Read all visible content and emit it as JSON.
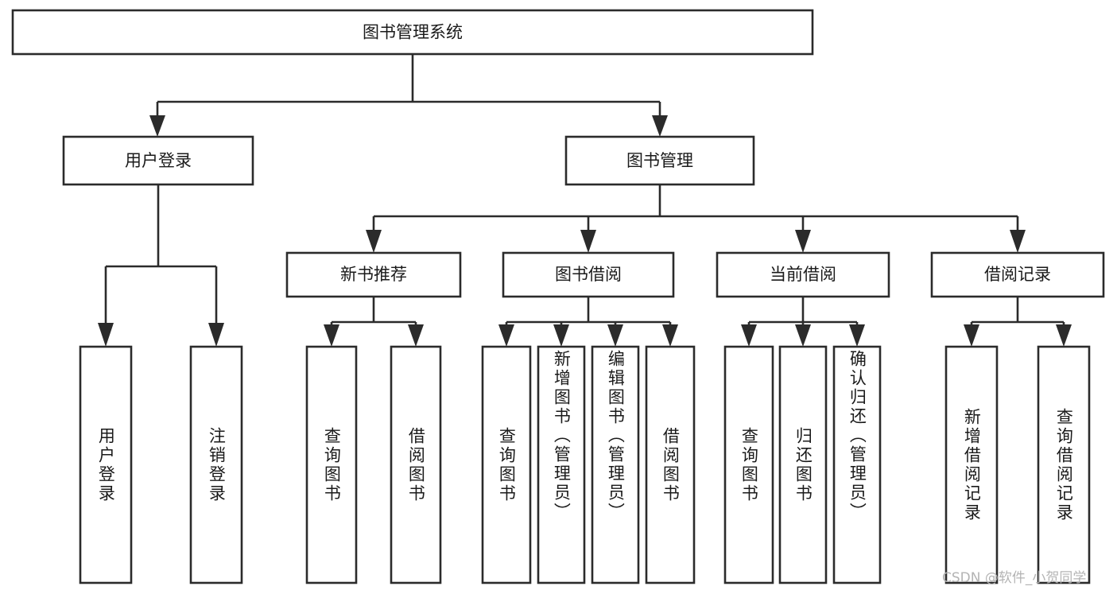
{
  "diagram": {
    "title": "图书管理系统",
    "watermark": "CSDN @软件_小贺同学",
    "colors": {
      "stroke": "#2b2b2b",
      "box_fill": "#ffffff",
      "text": "#1a1a1a",
      "watermark": "#b4b4b4",
      "background": "#ffffff"
    },
    "root": {
      "label": "图书管理系统"
    },
    "level2": [
      {
        "label": "用户登录"
      },
      {
        "label": "图书管理"
      }
    ],
    "level3": [
      {
        "label": "新书推荐"
      },
      {
        "label": "图书借阅"
      },
      {
        "label": "当前借阅"
      },
      {
        "label": "借阅记录"
      }
    ],
    "leaves": {
      "user_login": [
        {
          "label": "用户登录"
        },
        {
          "label": "注销登录"
        }
      ],
      "new_book_recommend": [
        {
          "label": "查询图书"
        },
        {
          "label": "借阅图书"
        }
      ],
      "book_borrow": [
        {
          "label": "查询图书"
        },
        {
          "label": "新增图书（管理员）"
        },
        {
          "label": "编辑图书（管理员）"
        },
        {
          "label": "借阅图书"
        }
      ],
      "current_borrow": [
        {
          "label": "查询图书"
        },
        {
          "label": "归还图书"
        },
        {
          "label": "确认归还（管理员）"
        }
      ],
      "borrow_record": [
        {
          "label": "新增借阅记录"
        },
        {
          "label": "查询借阅记录"
        }
      ]
    }
  },
  "chart_data": {
    "type": "table",
    "title": "图书管理系统 功能结构图",
    "hierarchy": [
      {
        "name": "图书管理系统",
        "children": [
          {
            "name": "用户登录",
            "children": [
              {
                "name": "用户登录"
              },
              {
                "name": "注销登录"
              }
            ]
          },
          {
            "name": "图书管理",
            "children": [
              {
                "name": "新书推荐",
                "children": [
                  {
                    "name": "查询图书"
                  },
                  {
                    "name": "借阅图书"
                  }
                ]
              },
              {
                "name": "图书借阅",
                "children": [
                  {
                    "name": "查询图书"
                  },
                  {
                    "name": "新增图书（管理员）"
                  },
                  {
                    "name": "编辑图书（管理员）"
                  },
                  {
                    "name": "借阅图书"
                  }
                ]
              },
              {
                "name": "当前借阅",
                "children": [
                  {
                    "name": "查询图书"
                  },
                  {
                    "name": "归还图书"
                  },
                  {
                    "name": "确认归还（管理员）"
                  }
                ]
              },
              {
                "name": "借阅记录",
                "children": [
                  {
                    "name": "新增借阅记录"
                  },
                  {
                    "name": "查询借阅记录"
                  }
                ]
              }
            ]
          }
        ]
      }
    ]
  }
}
